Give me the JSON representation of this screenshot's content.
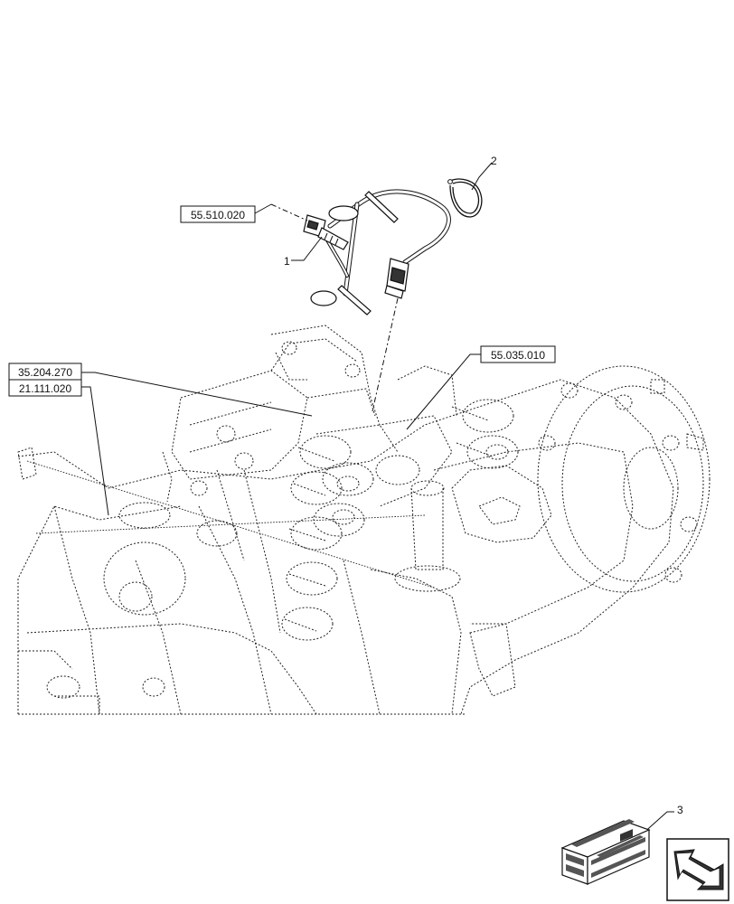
{
  "references": [
    {
      "id": "ref-55-510-020",
      "label": "55.510.020"
    },
    {
      "id": "ref-55-035-010",
      "label": "55.035.010"
    },
    {
      "id": "ref-35-204-270",
      "label": "35.204.270"
    },
    {
      "id": "ref-21-111-020",
      "label": "21.111.020"
    }
  ],
  "callouts": [
    {
      "id": "callout-1",
      "label": "1"
    },
    {
      "id": "callout-2",
      "label": "2"
    },
    {
      "id": "callout-3",
      "label": "3"
    }
  ],
  "icons": {
    "kit_box": "kit-box-icon",
    "navigation_arrow": "navigation-arrow-icon"
  },
  "colors": {
    "line": "#111111",
    "background": "#ffffff"
  }
}
